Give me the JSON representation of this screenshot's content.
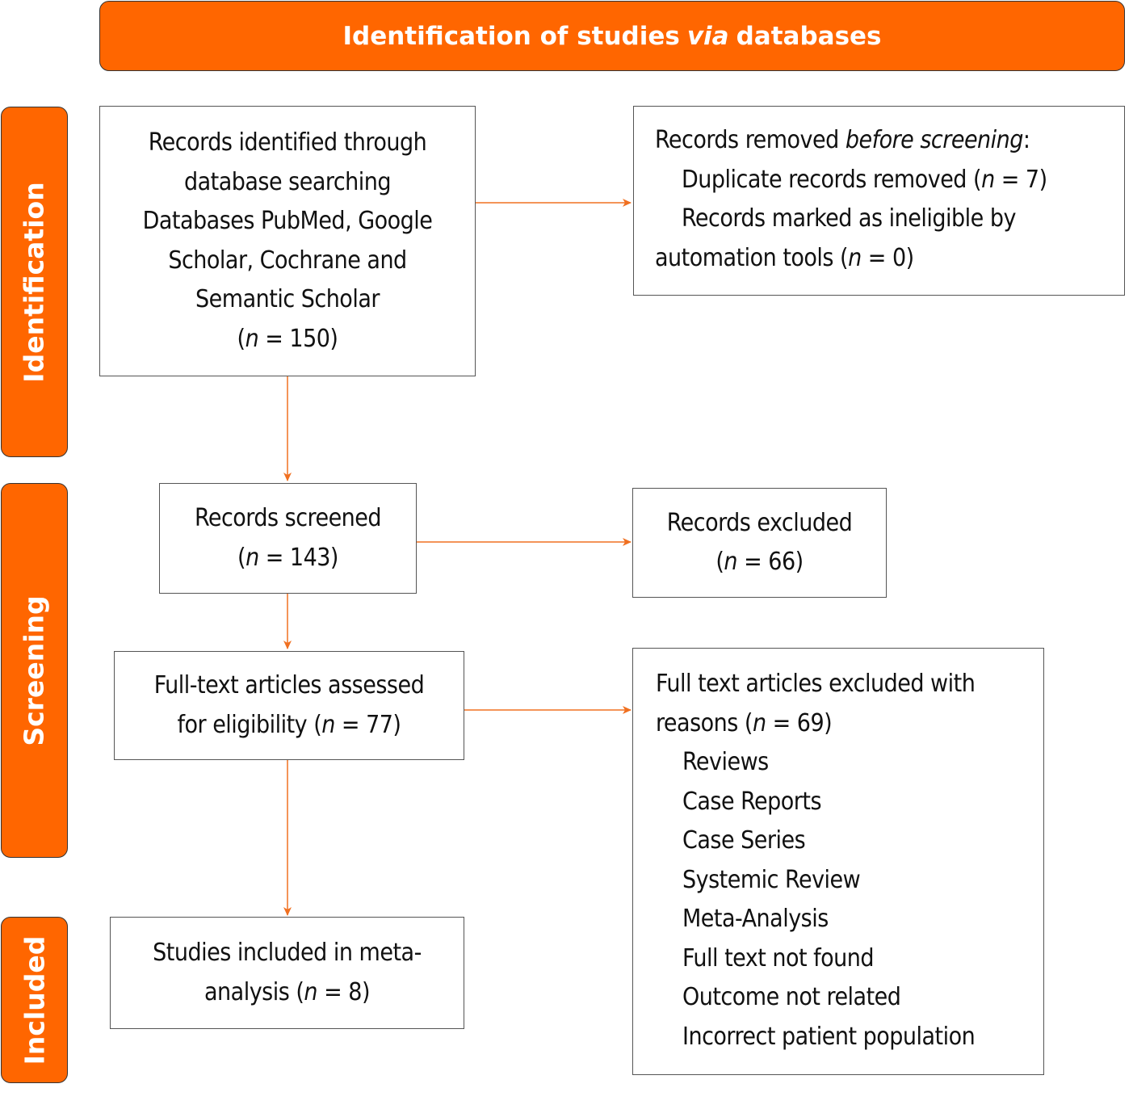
{
  "header": {
    "prefix": "Identification of studies",
    "italic": "via",
    "suffix": "databases"
  },
  "phases": [
    {
      "label": "Identification"
    },
    {
      "label": "Screening"
    },
    {
      "label": "Included"
    }
  ],
  "boxes": {
    "identified": {
      "lines": [
        "Records identified through",
        "database searching",
        "Databases PubMed, Google",
        "Scholar, Cochrane and",
        "Semantic Scholar"
      ],
      "count_prefix": "(",
      "n": "n",
      "count_suffix": " = 150)"
    },
    "removed": {
      "title_prefix": "Records removed ",
      "title_italic": "before screening",
      "title_suffix": ":",
      "duplicate_prefix": "Duplicate records removed (",
      "duplicate_n": "n",
      "duplicate_suffix": " = 7)",
      "ineligible_line1": "Records marked as ineligible by",
      "ineligible_prefix": "automation tools (",
      "ineligible_n": "n",
      "ineligible_suffix": " = 0)"
    },
    "screened": {
      "title": "Records screened",
      "count_prefix": "(",
      "n": "n",
      "count_suffix": " = 143)"
    },
    "excluded": {
      "title": "Records excluded",
      "count_prefix": "(",
      "n": "n",
      "count_suffix": " = 66)"
    },
    "assessed": {
      "title": "Full-text articles assessed",
      "count_prefix": "for eligibility (",
      "n": "n",
      "count_suffix": " = 77)"
    },
    "fulltext_excluded": {
      "title": "Full text articles excluded with",
      "count_prefix": "reasons (",
      "n": "n",
      "count_suffix": " = 69)",
      "reasons": [
        "Reviews",
        "Case Reports",
        "Case Series",
        "Systemic Review",
        "Meta-Analysis",
        "Full text not found",
        "Outcome not related",
        "Incorrect patient population"
      ]
    },
    "included": {
      "title": "Studies included in meta-",
      "count_prefix": "analysis (",
      "n": "n",
      "count_suffix": " = 8)"
    }
  },
  "colors": {
    "accent": "#ff6600",
    "arrow": "#f07020",
    "border": "#555555"
  }
}
